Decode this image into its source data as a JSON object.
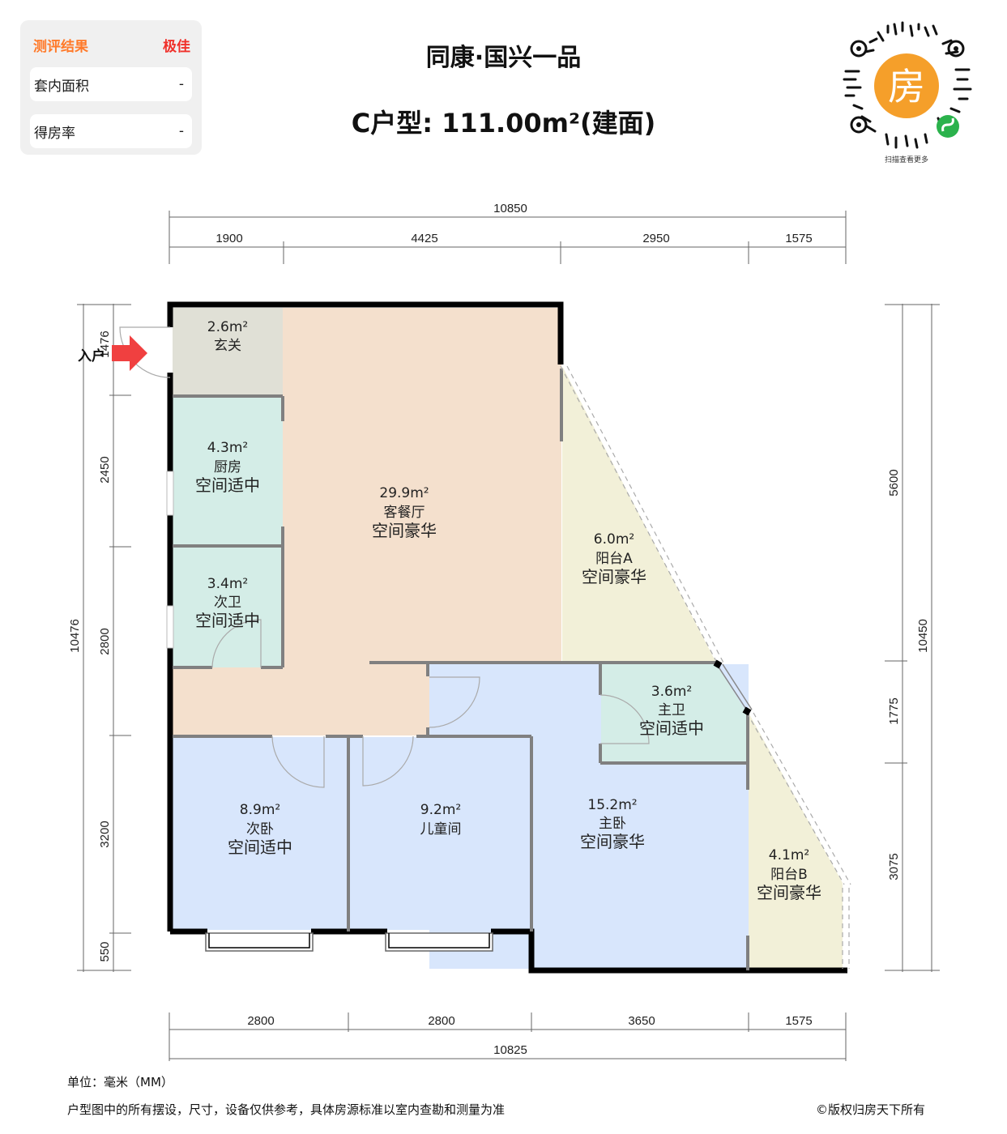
{
  "evaluation": {
    "header_label": "测评结果",
    "header_value": "极佳",
    "rows": [
      {
        "label": "套内面积",
        "value": "-"
      },
      {
        "label": "得房率",
        "value": "-"
      }
    ]
  },
  "header": {
    "project_name": "同康·国兴一品",
    "unit_type": "C户型: 111.00m²(建面)"
  },
  "qr": {
    "center_glyph": "房",
    "caption": "扫描查看更多"
  },
  "entrance": {
    "label": "入户",
    "icon": "arrow-right-icon"
  },
  "dimensions": {
    "top_total": "10850",
    "top_segments": [
      "1900",
      "4425",
      "2950",
      "1575"
    ],
    "bottom_total": "10825",
    "bottom_segments": [
      "2800",
      "2800",
      "3650",
      "1575"
    ],
    "left_total": "10476",
    "left_segments": [
      "1476",
      "2450",
      "2800",
      "3200",
      "550"
    ],
    "right_total": "10450",
    "right_segments": [
      "5600",
      "1775",
      "3075"
    ]
  },
  "rooms": [
    {
      "id": "foyer",
      "area": "2.6m²",
      "name": "玄关",
      "rating": ""
    },
    {
      "id": "kitchen",
      "area": "4.3m²",
      "name": "厨房",
      "rating": "空间适中"
    },
    {
      "id": "second-bath",
      "area": "3.4m²",
      "name": "次卫",
      "rating": "空间适中"
    },
    {
      "id": "living-dining",
      "area": "29.9m²",
      "name": "客餐厅",
      "rating": "空间豪华"
    },
    {
      "id": "balcony-a",
      "area": "6.0m²",
      "name": "阳台A",
      "rating": "空间豪华"
    },
    {
      "id": "master-bath",
      "area": "3.6m²",
      "name": "主卫",
      "rating": "空间适中"
    },
    {
      "id": "second-bedroom",
      "area": "8.9m²",
      "name": "次卧",
      "rating": "空间适中"
    },
    {
      "id": "kids-room",
      "area": "9.2m²",
      "name": "儿童间",
      "rating": ""
    },
    {
      "id": "master-bedroom",
      "area": "15.2m²",
      "name": "主卧",
      "rating": "空间豪华"
    },
    {
      "id": "balcony-b",
      "area": "4.1m²",
      "name": "阳台B",
      "rating": "空间豪华"
    }
  ],
  "colors": {
    "foyer": "#e0e0d6",
    "wet": "#d4ede7",
    "living": "#f4e0cd",
    "bedroom": "#d8e6fc",
    "balcony": "#f2f0d8",
    "wall": "#000000",
    "arrow": "#f04040",
    "accent_orange": "#ff7a2a",
    "accent_red": "#f0302a"
  },
  "footer": {
    "unit": "单位：毫米（MM）",
    "disclaimer": "户型图中的所有摆设，尺寸，设备仅供参考，具体房源标准以室内查勘和测量为准",
    "copyright": "©版权归房天下所有"
  }
}
